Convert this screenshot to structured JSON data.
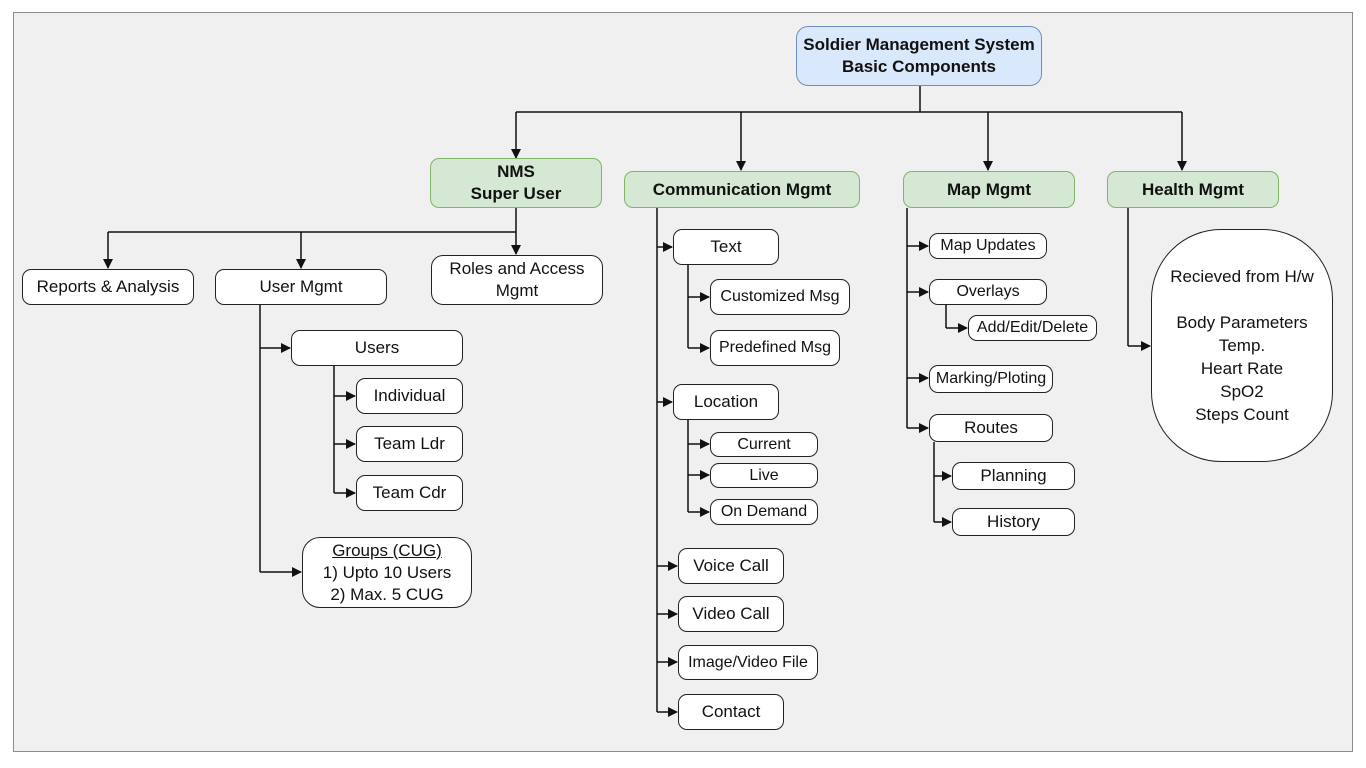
{
  "root": {
    "line1": "Soldier Management System",
    "line2": "Basic Components"
  },
  "nms": {
    "line1": "NMS",
    "line2": "Super User",
    "reports": "Reports & Analysis",
    "user_mgmt": "User Mgmt",
    "roles_line1": "Roles and Access",
    "roles_line2": "Mgmt",
    "users": "Users",
    "individual": "Individual",
    "team_ldr": "Team Ldr",
    "team_cdr": "Team Cdr",
    "groups_title": "Groups (CUG)",
    "groups_line1": "1) Upto 10 Users",
    "groups_line2": "2) Max. 5 CUG"
  },
  "comm": {
    "title": "Communication Mgmt",
    "text": "Text",
    "customized": "Customized Msg",
    "predefined": "Predefined Msg",
    "location": "Location",
    "current": "Current",
    "live": "Live",
    "on_demand": "On Demand",
    "voice_call": "Voice Call",
    "video_call": "Video Call",
    "image_video": "Image/Video File",
    "contact": "Contact"
  },
  "map": {
    "title": "Map Mgmt",
    "updates": "Map Updates",
    "overlays": "Overlays",
    "add_edit_delete": "Add/Edit/Delete",
    "marking": "Marking/Ploting",
    "routes": "Routes",
    "planning": "Planning",
    "history": "History"
  },
  "health": {
    "title": "Health Mgmt",
    "received": "Recieved from H/w",
    "body_params": "Body Parameters",
    "temp": "Temp.",
    "heart_rate": "Heart Rate",
    "spo2": "SpO2",
    "steps": "Steps Count"
  },
  "colors": {
    "root_fill": "#dae8fc",
    "root_border": "#6c8ebf",
    "category_fill": "#d5e8d4",
    "category_border": "#82b366",
    "background": "#f0f0f0"
  }
}
